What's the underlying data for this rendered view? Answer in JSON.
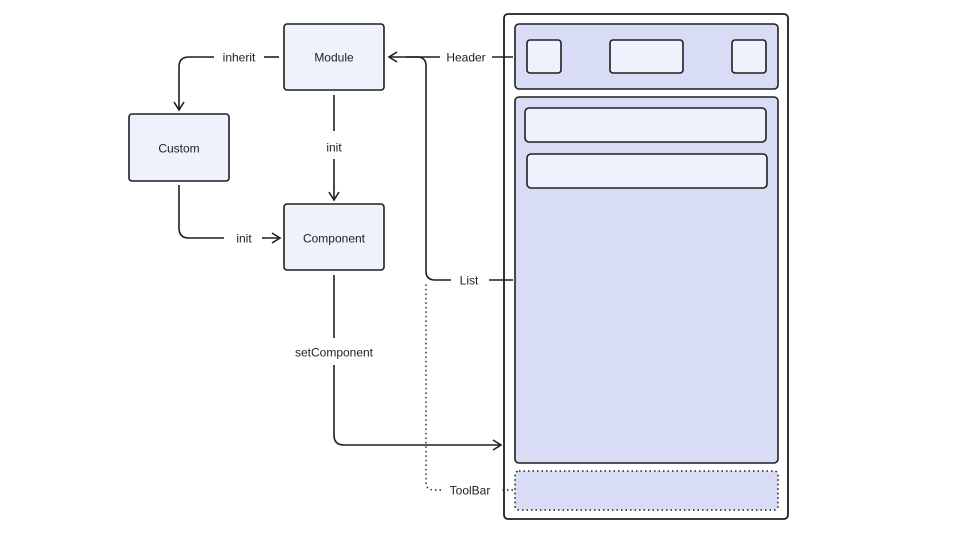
{
  "nodes": {
    "module": "Module",
    "custom": "Custom",
    "component": "Component"
  },
  "edges": {
    "inherit": "inherit",
    "module_to_component": "init",
    "custom_to_component": "init",
    "set_component": "setComponent"
  },
  "regions": {
    "header": "Header",
    "list": "List",
    "toolbar": "ToolBar"
  }
}
